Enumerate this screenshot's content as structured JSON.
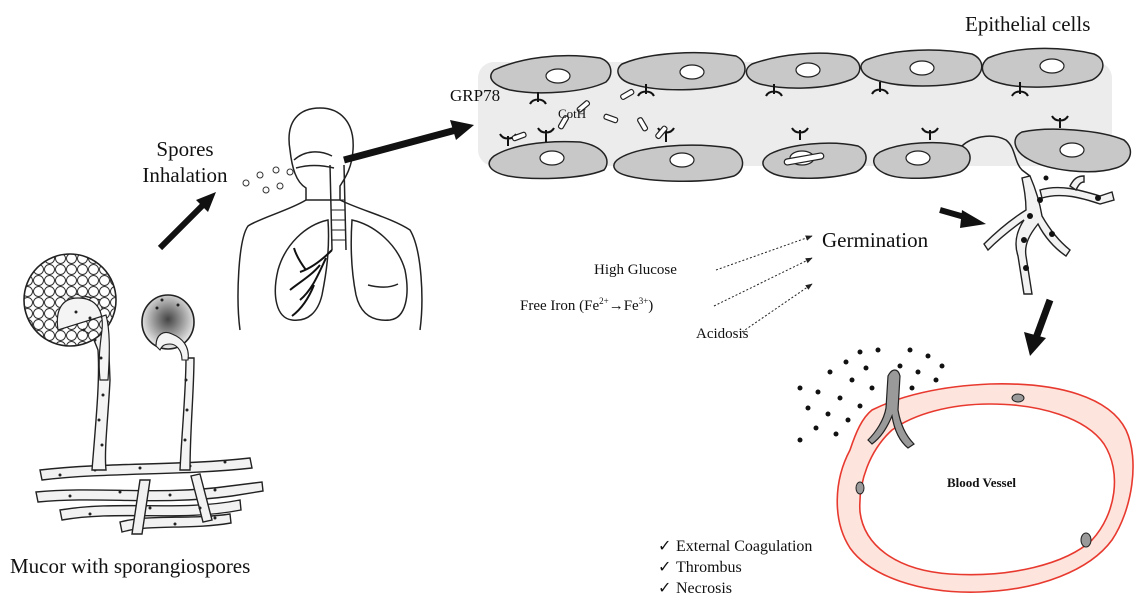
{
  "labels": {
    "epithelial_cells": "Epithelial cells",
    "grp78": "GRP78",
    "coth": "CotH",
    "spores_inhalation_line1": "Spores",
    "spores_inhalation_line2": "Inhalation",
    "germination": "Germination",
    "high_glucose": "High Glucose",
    "free_iron": "Free Iron (Fe",
    "fe_sup1": "2+",
    "fe_arrow": "→Fe",
    "fe_sup2": "3+",
    "fe_close": ")",
    "acidosis": "Acidosis",
    "blood_vessel": "Blood Vessel",
    "mucor_caption": "Mucor with sporangiospores"
  },
  "outcomes": [
    "External Coagulation",
    "Thrombus",
    "Necrosis"
  ],
  "check_mark": "✓",
  "colors": {
    "cell_fill": "#c8c8c8",
    "cell_band": "#ececec",
    "vessel_stroke": "#e8392f",
    "vessel_fill": "#fde4dc",
    "hypha_fill": "#f2f2f2",
    "ink": "#111111"
  }
}
